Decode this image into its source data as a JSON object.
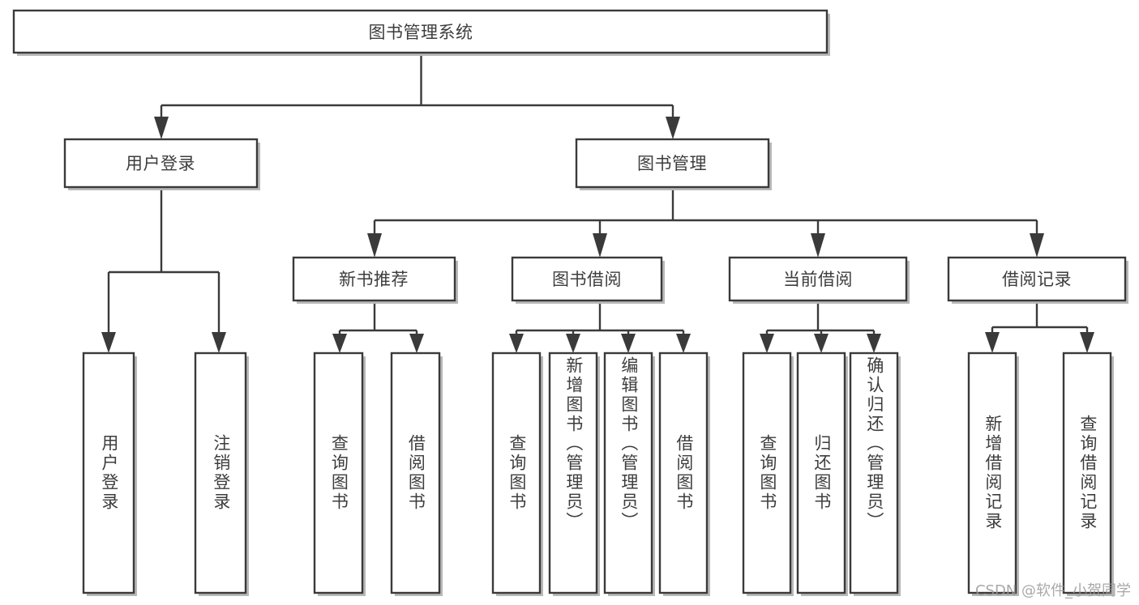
{
  "diagram": {
    "title": "图书管理系统",
    "type": "tree",
    "root": {
      "id": "root",
      "label": "图书管理系统"
    },
    "level2": [
      {
        "id": "user-login",
        "label": "用户登录"
      },
      {
        "id": "book-manage",
        "label": "图书管理"
      }
    ],
    "level3": [
      {
        "id": "new-book-rec",
        "label": "新书推荐"
      },
      {
        "id": "book-borrow",
        "label": "图书借阅"
      },
      {
        "id": "current-borrow",
        "label": "当前借阅"
      },
      {
        "id": "borrow-record",
        "label": "借阅记录"
      }
    ],
    "leaves": {
      "user_login": [
        {
          "id": "leaf-user-login",
          "label": "用户登录"
        },
        {
          "id": "leaf-user-logout",
          "label": "注销登录"
        }
      ],
      "new_book_rec": [
        {
          "id": "leaf-query-book-1",
          "label": "查询图书"
        },
        {
          "id": "leaf-borrow-book-1",
          "label": "借阅图书"
        }
      ],
      "book_borrow": [
        {
          "id": "leaf-query-book-2",
          "label": "查询图书"
        },
        {
          "id": "leaf-add-book",
          "label": "新增图书（管理员）"
        },
        {
          "id": "leaf-edit-book",
          "label": "编辑图书（管理员）"
        },
        {
          "id": "leaf-borrow-book-2",
          "label": "借阅图书"
        }
      ],
      "current_borrow": [
        {
          "id": "leaf-query-book-3",
          "label": "查询图书"
        },
        {
          "id": "leaf-return-book",
          "label": "归还图书"
        },
        {
          "id": "leaf-confirm-return",
          "label": "确认归还（管理员）"
        }
      ],
      "borrow_record": [
        {
          "id": "leaf-add-record",
          "label": "新增借阅记录"
        },
        {
          "id": "leaf-query-record",
          "label": "查询借阅记录"
        }
      ]
    },
    "watermark": "CSDN @软件_小贺同学",
    "colors": {
      "stroke": "#3a3a3a",
      "text": "#3d3d3d",
      "background": "#ffffff",
      "shadow": "#b8b8b8",
      "watermark": "#9a9a9a"
    }
  }
}
